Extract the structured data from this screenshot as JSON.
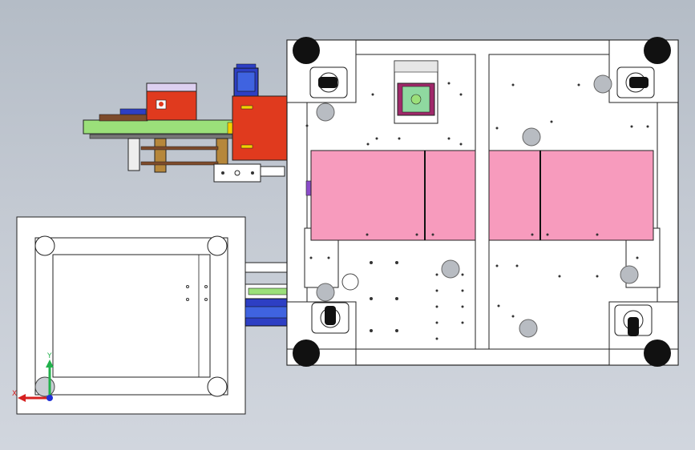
{
  "viewport": {
    "name": "cad-graphics-area",
    "background": "#bfc6cf"
  },
  "triad": {
    "x_label": "X",
    "y_label": "Y",
    "x_color": "#d62020",
    "y_color": "#22b14c",
    "z_color": "#1f2fd6"
  },
  "colors": {
    "pink_panel": "#f79bbd",
    "red_housing": "#e03a1e",
    "blue_motor": "#2d3fc4",
    "green_rail": "#9be07a",
    "frame_white": "#ffffff",
    "caster_black": "#111111"
  }
}
